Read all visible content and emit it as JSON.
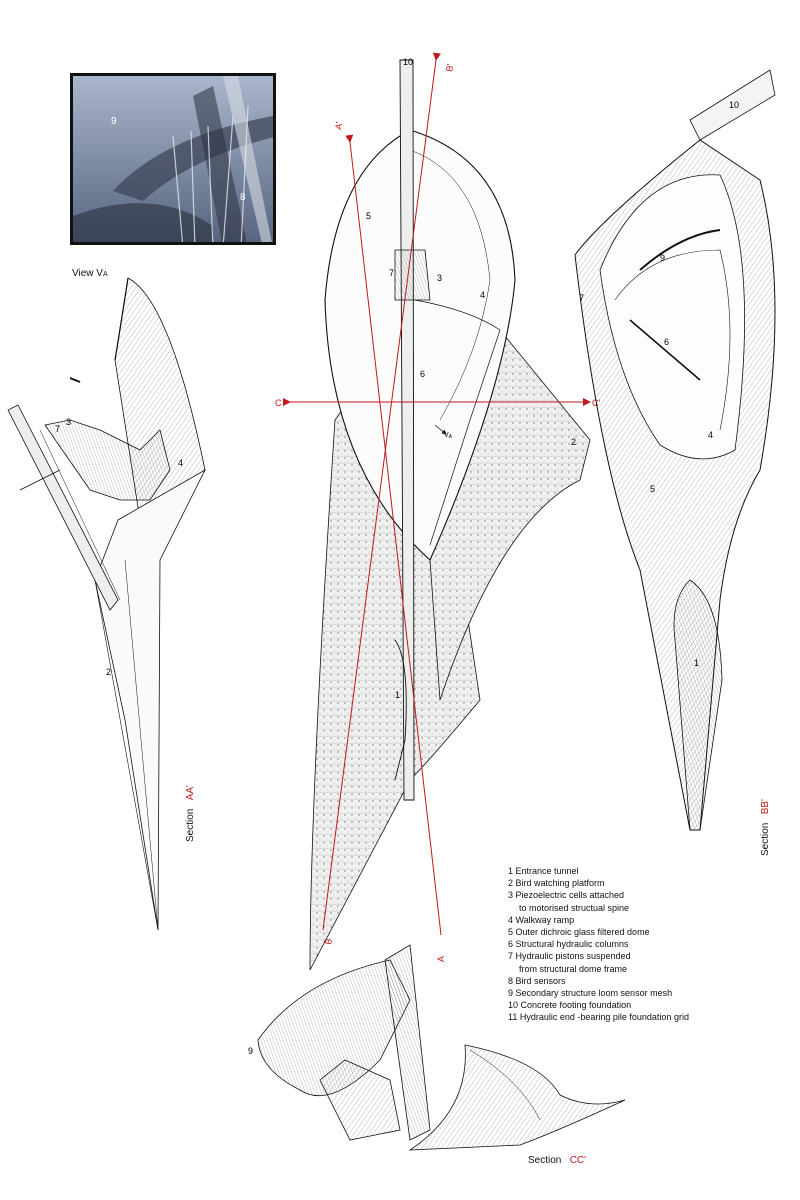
{
  "view_label": "View V",
  "view_subscript": "A",
  "inset_numbers": {
    "n9": "9",
    "n8": "8"
  },
  "sections": {
    "aa": {
      "prefix": "Section",
      "code": "AA'"
    },
    "bb": {
      "prefix": "Section",
      "code": "BB'"
    },
    "cc": {
      "prefix": "Section",
      "code": "CC'"
    }
  },
  "cut_markers": {
    "a_top": "A'",
    "a_bottom": "A",
    "b_top": "B'",
    "b_bottom": "B",
    "c_left": "C",
    "c_right": "C'",
    "view_arrow": "V",
    "view_arrow_sub": "A"
  },
  "center_numbers": {
    "n10": "10",
    "n5": "5",
    "n7": "7",
    "n3": "3",
    "n4": "4",
    "n6": "6",
    "n2": "2",
    "n1": "1"
  },
  "aa_numbers": {
    "n3": "3",
    "n7": "7",
    "n4": "4",
    "n2": "2"
  },
  "bb_numbers": {
    "n10": "10",
    "n9": "9",
    "n7": "7",
    "n6": "6",
    "n4": "4",
    "n5": "5",
    "n1": "1"
  },
  "cc_numbers": {
    "n9": "9"
  },
  "legend": [
    "1 Entrance tunnel",
    "2 Bird watching platform",
    "3 Piezoelectric cells attached",
    "to motorised structual spine",
    "4 Walkway ramp",
    "5 Outer dichroic glass filtered dome",
    "6 Structural hydraulic columns",
    "7 Hydraulic pistons suspended",
    "from structural dome frame",
    "8 Bird sensors",
    "9 Secondary structure loom sensor mesh",
    "10 Concrete footing foundation",
    "11 Hydraulic end -bearing pile foundation grid"
  ],
  "colors": {
    "cut_line": "#c0181c",
    "ink": "#111111",
    "sky": "#6f80a2"
  }
}
